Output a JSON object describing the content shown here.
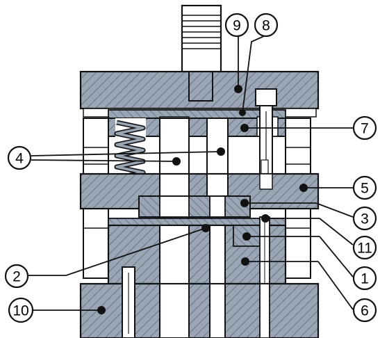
{
  "diagram": {
    "colors": {
      "steel": "#9aa6b5",
      "hatch": "#5e6673",
      "outline": "#111111",
      "background": "#ffffff"
    },
    "callouts": [
      {
        "id": "9",
        "text": "9"
      },
      {
        "id": "8",
        "text": "8"
      },
      {
        "id": "7",
        "text": "7"
      },
      {
        "id": "4",
        "text": "4"
      },
      {
        "id": "5",
        "text": "5"
      },
      {
        "id": "3",
        "text": "3"
      },
      {
        "id": "11",
        "text": "11"
      },
      {
        "id": "2",
        "text": "2"
      },
      {
        "id": "1",
        "text": "1"
      },
      {
        "id": "10",
        "text": "10"
      },
      {
        "id": "6",
        "text": "6"
      }
    ]
  }
}
